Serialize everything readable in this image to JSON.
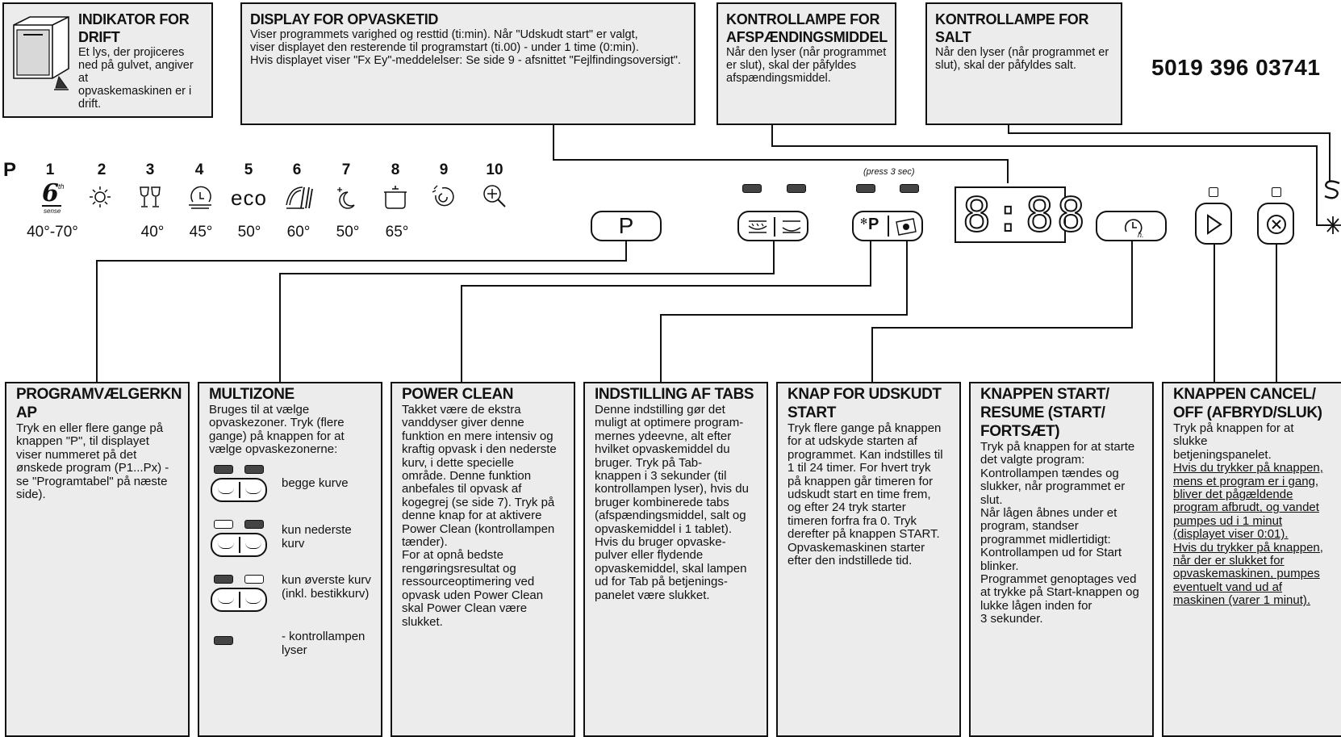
{
  "top_boxes": {
    "indicator": {
      "title": "INDIKATOR FOR\nDRIFT",
      "text": "Et lys, der projiceres\nned på gulvet, angiver at\nopvaskemaskinen er i\ndrift."
    },
    "display": {
      "title": "DISPLAY FOR OPVASKETID",
      "text": "Viser programmets varighed og resttid (ti:min). Når \"Udskudt start\" er valgt,\nviser displayet den resterende til programstart (ti.00) - under 1 time (0:min).\nHvis displayet viser \"Fx Ey\"-meddelelser: Se side 9 - afsnittet \"Fejlfindingsoversigt\"."
    },
    "rinse": {
      "title": "KONTROLLAMPE FOR\nAFSPÆNDINGSMIDDEL",
      "text": "Når den lyser (når programmet\ner slut), skal der påfyldes\nafspændingsmiddel."
    },
    "salt": {
      "title": "KONTROLLAMPE FOR\nSALT",
      "text": "Når den lyser (når programmet er\nslut), skal der påfyldes salt."
    }
  },
  "product_code": "5019 396 03741",
  "panel": {
    "p_label": "P",
    "programs": [
      {
        "num": "1",
        "temp": "40°-70°",
        "icon": "6th-sense-icon"
      },
      {
        "num": "2",
        "temp": "",
        "icon": "sun-rays-icon"
      },
      {
        "num": "3",
        "temp": "40°",
        "icon": "glasses-icon"
      },
      {
        "num": "4",
        "temp": "45°",
        "icon": "quick-plate-icon"
      },
      {
        "num": "5",
        "temp": "50°",
        "icon": "eco-icon"
      },
      {
        "num": "6",
        "temp": "60°",
        "icon": "dishes-cutlery-icon"
      },
      {
        "num": "7",
        "temp": "50°",
        "icon": "night-icon"
      },
      {
        "num": "8",
        "temp": "65°",
        "icon": "pot-icon"
      },
      {
        "num": "9",
        "temp": "",
        "icon": "rinse-icon"
      },
      {
        "num": "10",
        "temp": "",
        "icon": "self-clean-icon"
      }
    ],
    "sense_sup": "th",
    "sense_sub": "sense",
    "eco_text": "eco",
    "p_button": "P",
    "press_note": "(press 3 sec)",
    "tab_p": "P",
    "display_digits": "8:88"
  },
  "bottom_boxes": [
    {
      "title": "PROGRAMVÆLGERKN\nAP",
      "text": "Tryk en eller flere gange på\nknappen \"P\", til displayet\nviser nummeret på det\nønskede program (P1...Px) -\nse \"Programtabel\" på næste\nside)."
    },
    {
      "title": "MULTIZONE",
      "text": "Bruges til at vælge\nopvaskezoner. Tryk (flere\ngange) på knappen for at\nvælge opvaskezonerne:",
      "rows": [
        {
          "label": "begge kurve",
          "leds": [
            "on",
            "on"
          ]
        },
        {
          "label": "kun nederste\nkurv",
          "leds": [
            "off",
            "on"
          ]
        },
        {
          "label": "kun øverste kurv\n(inkl. bestikkurv)",
          "leds": [
            "on",
            "off"
          ]
        }
      ],
      "lamp_text": "- kontrollampen\nlyser"
    },
    {
      "title": "POWER CLEAN",
      "text": "Takket være de ekstra\nvanddyser giver denne\nfunktion en mere intensiv og\nkraftig opvask i den nederste\nkurv, i dette specielle\nområde. Denne funktion\nanbefales til opvask af\nkogegrej (se side 7). Tryk på\ndenne knap for at aktivere\nPower Clean (kontrollampen\ntænder).\nFor at opnå bedste\nrengøringsresultat og\nressourceoptimering ved\nopvask uden Power Clean\nskal Power Clean være\nslukket."
    },
    {
      "title": "INDSTILLING AF TABS",
      "text": "Denne indstilling gør det\nmuligt at optimere program-\nmernes ydeevne, alt efter\nhvilket opvaskemiddel du\nbruger. Tryk på Tab-\nknappen i 3 sekunder (til\nkontrollampen lyser), hvis du\nbruger kombinerede tabs\n(afspændingsmiddel, salt og\nopvaskemiddel i 1 tablet).\nHvis du bruger opvaske-\npulver eller flydende\nopvaskemiddel, skal lampen\nud for Tab på betjenings-\npanelet være slukket."
    },
    {
      "title": "KNAP FOR UDSKUDT\nSTART",
      "text": "Tryk flere gange på knappen\nfor at udskyde starten af\nprogrammet. Kan indstilles til\n1 til 24 timer. For hvert tryk\npå knappen går timeren for\nudskudt start en time frem,\nog efter 24 tryk starter\ntimeren forfra fra 0. Tryk\nderefter på knappen START.\nOpvaskemaskinen starter\nefter den indstillede tid."
    },
    {
      "title": "KNAPPEN START/\nRESUME (START/\nFORTSÆT)",
      "text": "Tryk på knappen for at starte\ndet valgte program:\nKontrollampen tændes og\nslukker, når programmet er\nslut.\nNår lågen åbnes under et\nprogram, standser\nprogrammet midlertidigt:\nKontrollampen ud for Start\nblinker.\nProgrammet genoptages ved\nat trykke på Start-knappen og\nlukke lågen inden for\n3 sekunder."
    },
    {
      "title": "KNAPPEN CANCEL/\nOFF (AFBRYD/SLUK)",
      "text": "Tryk på knappen for at slukke\nbetjeningspanelet.",
      "u1": "Hvis du trykker på knappen,\nmens et program er i gang,\nbliver det pågældende\nprogram afbrudt, og vandet\npumpes ud i 1 minut\n(displayet viser 0:01).",
      "u2": "Hvis du trykker på knappen,\nnår der er slukket for\nopvaskemaskinen, pumpes\neventuelt vand ud af\nmaskinen (varer 1 minut)."
    }
  ]
}
